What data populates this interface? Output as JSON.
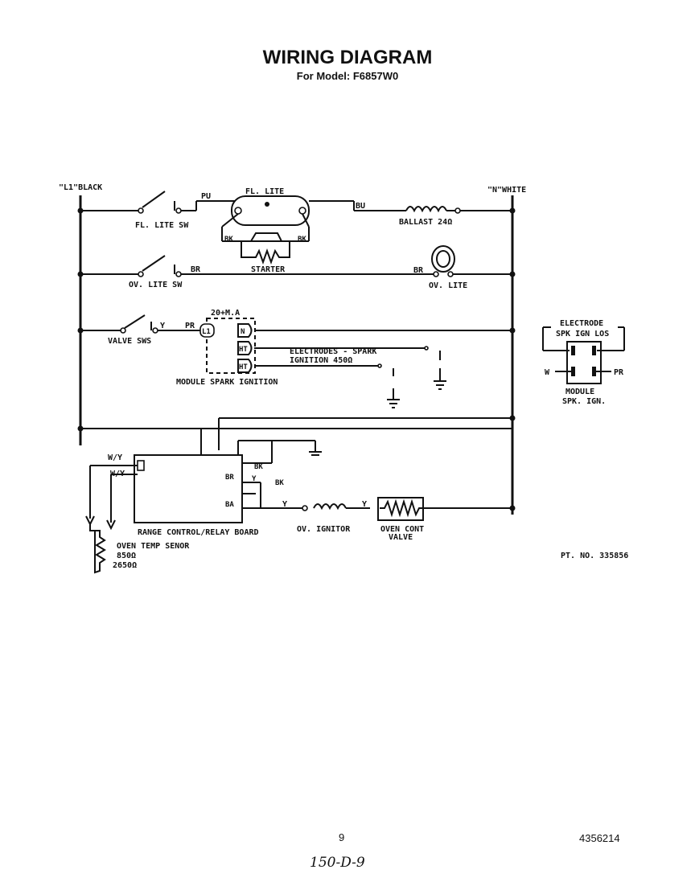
{
  "header": {
    "title": "WIRING DIAGRAM",
    "subtitle": "For Model: F6857W0"
  },
  "buses": {
    "line": "\"L1\"BLACK",
    "neutral": "\"N\"WHITE"
  },
  "wires": {
    "pu": "PU",
    "bu": "BU",
    "bk_left": "BK",
    "bk_right": "BK",
    "br_left": "BR",
    "br_right": "BR",
    "y": "Y",
    "pr": "PR",
    "wy1": "W/Y",
    "wy2": "W/Y",
    "y_ignitor": "Y",
    "y_valve": "Y"
  },
  "components": {
    "fl_lite": "FL. LITE",
    "fl_lite_sw": "FL. LITE SW",
    "ballast": "BALLAST 24Ω",
    "starter": "STARTER",
    "ov_lite_sw": "OV. LITE SW",
    "ov_lite": "OV. LITE",
    "valve_sws": "VALVE SWS",
    "ma": "20+M.A",
    "l1_term": "L1",
    "n_term": "N",
    "ht1_term": "HT",
    "ht2_term": "HT",
    "electrodes_1": "ELECTRODES - SPARK",
    "electrodes_2": "IGNITION 450Ω",
    "module_spark": "MODULE SPARK IGNITION",
    "relay_board": "RANGE CONTROL/RELAY BOARD",
    "br_pin": "BR",
    "ba_pin": "BA",
    "bk_pin1": "BK",
    "bk_pin2": "BK",
    "y_pin": "Y",
    "ov_ignitor": "OV. IGNITOR",
    "oven_cont_1": "OVEN CONT",
    "oven_cont_2": "VALVE",
    "temp_sensor": "OVEN TEMP SENOR",
    "r850": "850Ω",
    "r2650": "2650Ω"
  },
  "inset": {
    "electrode": "ELECTRODE",
    "spk_ign_los": "SPK IGN LOS",
    "w": "W",
    "pr": "PR",
    "module": "MODULE",
    "spk_ign": "SPK. IGN."
  },
  "part_no": "PT. NO. 335856",
  "footer": {
    "page": "9",
    "doc_no": "4356214",
    "handwritten": "150-D-9"
  }
}
